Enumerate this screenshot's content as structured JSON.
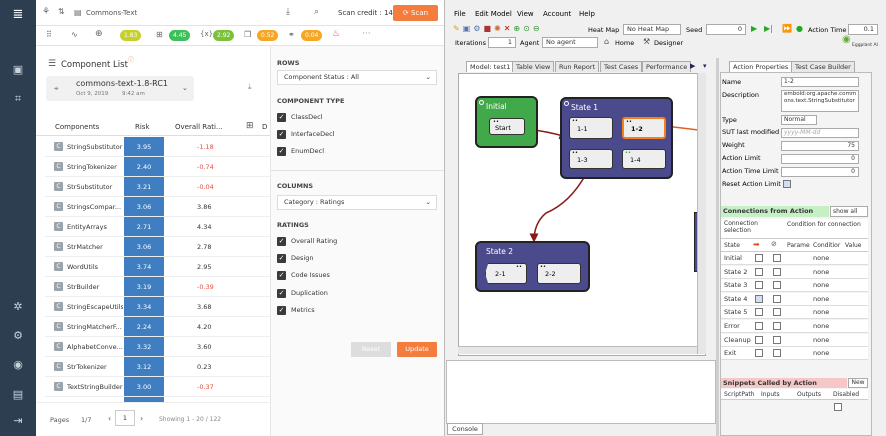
{
  "left_rail": {
    "icons": [
      "apps-icon",
      "folder-gear-icon",
      "scan-icon",
      "gear-icon",
      "settings-icon",
      "user-icon",
      "message-icon",
      "logout-icon"
    ]
  },
  "topbar": {
    "breadcrumb": "Commons-Text",
    "scan_credit": "Scan credit : 14",
    "scan_label": "Scan"
  },
  "metrics": [
    {
      "name": "pill-1",
      "value": "1.83",
      "color": "#c6cf2b"
    },
    {
      "name": "pill-2",
      "value": "4.45",
      "color": "#3fbf5a"
    },
    {
      "name": "pill-3",
      "value": "2.92",
      "color": "#7cc13e"
    },
    {
      "name": "pill-4",
      "value": "0.52",
      "color": "#f5a623"
    },
    {
      "name": "pill-5",
      "value": "0.04",
      "color": "#f5a623"
    }
  ],
  "component_list": {
    "title": "Component List",
    "version": "commons-text-1.8-RC1",
    "date": "Oct 9, 2019",
    "time": "9:42 am",
    "col_components": "Components",
    "col_risk": "Risk",
    "col_overall": "Overall Rati...",
    "col_d": "D",
    "rows": [
      {
        "name": "StringSubstitutor",
        "risk": "3.95",
        "overall": "-1.18",
        "color": "#e74c3c"
      },
      {
        "name": "StringTokenizer",
        "risk": "2.40",
        "overall": "-0.74",
        "color": "#e74c3c"
      },
      {
        "name": "StrSubstitutor",
        "risk": "3.21",
        "overall": "-0.04",
        "color": "#e74c3c"
      },
      {
        "name": "StringsCompar...",
        "risk": "3.06",
        "overall": "3.86",
        "color": "#333"
      },
      {
        "name": "EntityArrays",
        "risk": "2.71",
        "overall": "4.34",
        "color": "#333"
      },
      {
        "name": "StrMatcher",
        "risk": "3.06",
        "overall": "2.78",
        "color": "#333"
      },
      {
        "name": "WordUtils",
        "risk": "3.74",
        "overall": "2.95",
        "color": "#333"
      },
      {
        "name": "StrBuilder",
        "risk": "3.19",
        "overall": "-0.39",
        "color": "#e74c3c"
      },
      {
        "name": "StringEscapeUtils",
        "risk": "3.34",
        "overall": "3.68",
        "color": "#333"
      },
      {
        "name": "StringMatcherF...",
        "risk": "2.24",
        "overall": "4.20",
        "color": "#333"
      },
      {
        "name": "AlphabetConve...",
        "risk": "3.32",
        "overall": "3.60",
        "color": "#333"
      },
      {
        "name": "StrTokenizer",
        "risk": "3.12",
        "overall": "0.23",
        "color": "#333"
      },
      {
        "name": "TextStringBuilder",
        "risk": "3.00",
        "overall": "-0.37",
        "color": "#e74c3c"
      }
    ],
    "pages_label": "Pages",
    "pages_value": "1/7",
    "page_input": "1",
    "showing": "Showing  1 - 20 / 122"
  },
  "rows_panel": {
    "rows_title": "ROWS",
    "rows_select": "Component Status : All",
    "ctype_title": "COMPONENT TYPE",
    "ctypes": [
      "ClassDecl",
      "InterfaceDecl",
      "EnumDecl"
    ],
    "columns_title": "COLUMNS",
    "columns_select": "Category : Ratings",
    "ratings_title": "RATINGS",
    "ratings": [
      "Overall Rating",
      "Design",
      "Code Issues",
      "Duplication",
      "Metrics"
    ],
    "reset": "Reset",
    "update": "Update"
  },
  "app": {
    "menu": [
      "File",
      "Edit Model",
      "View",
      "Account",
      "Help"
    ],
    "heat_map_label": "Heat Map",
    "heat_map_value": "No Heat Map",
    "seed_label": "Seed",
    "seed_value": "0",
    "action_time_label": "Action Time",
    "action_time_value": "0.1",
    "iterations_label": "Iterations",
    "iterations_value": "1",
    "agent_label": "Agent",
    "agent_value": "No agent",
    "home": "Home",
    "designer": "Designer",
    "logo": "Eggplant AI",
    "tabs": [
      "Model: test1",
      "Table View",
      "Run Report",
      "Test Cases",
      "Performance"
    ],
    "right_tabs": [
      "Action Properties",
      "Test Case Builder"
    ],
    "console": "Console"
  },
  "model": {
    "initial": "Initial",
    "start": "Start",
    "state1": "State 1",
    "state2": "State 2",
    "n11": "1-1",
    "n12": "1-2",
    "n13": "1-3",
    "n14": "1-4",
    "n21": "2-1",
    "n22": "2-2"
  },
  "props": {
    "name_label": "Name",
    "name_value": "1-2",
    "desc_label": "Description",
    "desc_value": "embold:org.apache.commons.text.StringSubstitutor",
    "type_label": "Type",
    "type_value": "Normal",
    "sut_label": "SUT last modified",
    "sut_placeholder": "yyyy-MM-dd",
    "weight_label": "Weight",
    "weight_value": "75",
    "limit_label": "Action Limit",
    "limit_value": "0",
    "timelimit_label": "Action Time Limit",
    "timelimit_value": "0",
    "reset_label": "Reset Action Limit"
  },
  "connections": {
    "title": "Connections from Action",
    "show": "show all",
    "h_conn": "Connection selection",
    "h_cond": "Condition for connection",
    "h_state": "State",
    "h_param": "Parame",
    "h_condition": "Conditior",
    "h_value": "Value",
    "rows": [
      {
        "state": "Initial",
        "cond": "none",
        "checked": false
      },
      {
        "state": "State 2",
        "cond": "none",
        "checked": false
      },
      {
        "state": "State 3",
        "cond": "none",
        "checked": false
      },
      {
        "state": "State 4",
        "cond": "none",
        "checked": true
      },
      {
        "state": "State 5",
        "cond": "none",
        "checked": false
      },
      {
        "state": "Error",
        "cond": "none",
        "checked": false
      },
      {
        "state": "Cleanup",
        "cond": "none",
        "checked": false
      },
      {
        "state": "Exit",
        "cond": "none",
        "checked": false
      }
    ]
  },
  "snippets": {
    "title": "Snippets Called by Action",
    "new": "New",
    "c1": "ScriptPath",
    "c2": "Inputs",
    "c3": "Outputs",
    "c4": "Disabled"
  }
}
